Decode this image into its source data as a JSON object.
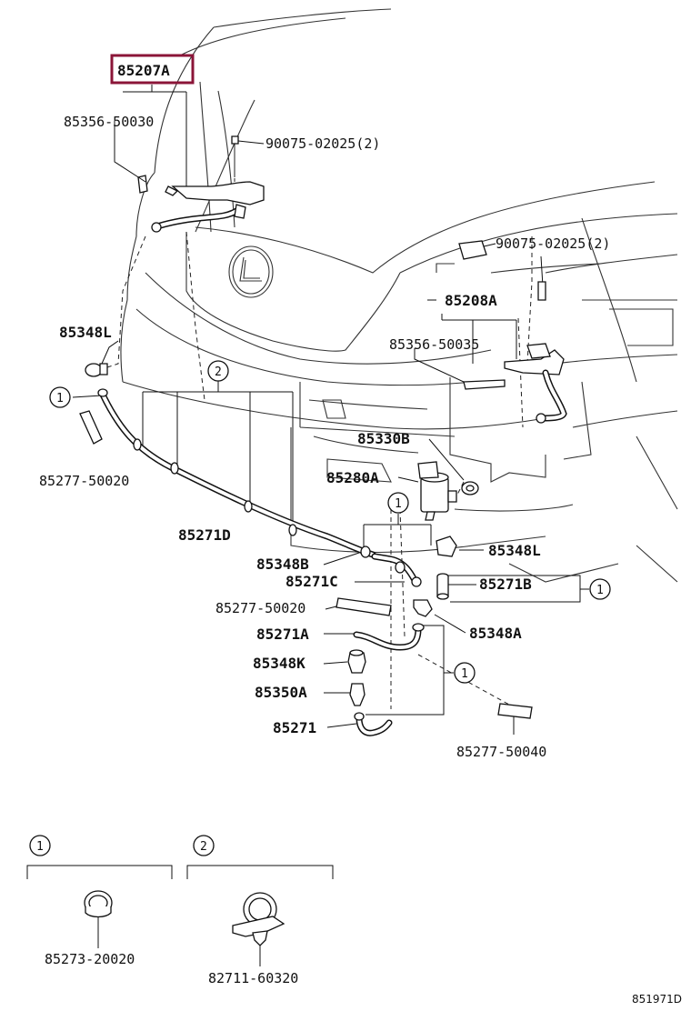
{
  "labels": {
    "main_part": "85207A",
    "p_85356_50030": "85356-50030",
    "p_90075_a": "90075-02025(2)",
    "p_90075_b": "90075-02025(2)",
    "p_85208A": "85208A",
    "p_85356_50035": "85356-50035",
    "p_85348L_left": "85348L",
    "p_85277_50020_a": "85277-50020",
    "p_85330B": "85330B",
    "p_85280A": "85280A",
    "p_85271D": "85271D",
    "p_85348B": "85348B",
    "p_85348L_right": "85348L",
    "p_85271C": "85271C",
    "p_85271B": "85271B",
    "p_85277_50020_b": "85277-50020",
    "p_85348A": "85348A",
    "p_85271A": "85271A",
    "p_85348K": "85348K",
    "p_85350A": "85350A",
    "p_85271": "85271",
    "p_85277_50040": "85277-50040",
    "p_85273_20020": "85273-20020",
    "p_82711_60320": "82711-60320",
    "diagram_ref": "851971D"
  },
  "callouts": {
    "one": "1",
    "two": "2"
  },
  "colors": {
    "highlight_box": "#8b1538",
    "line": "#111111"
  }
}
